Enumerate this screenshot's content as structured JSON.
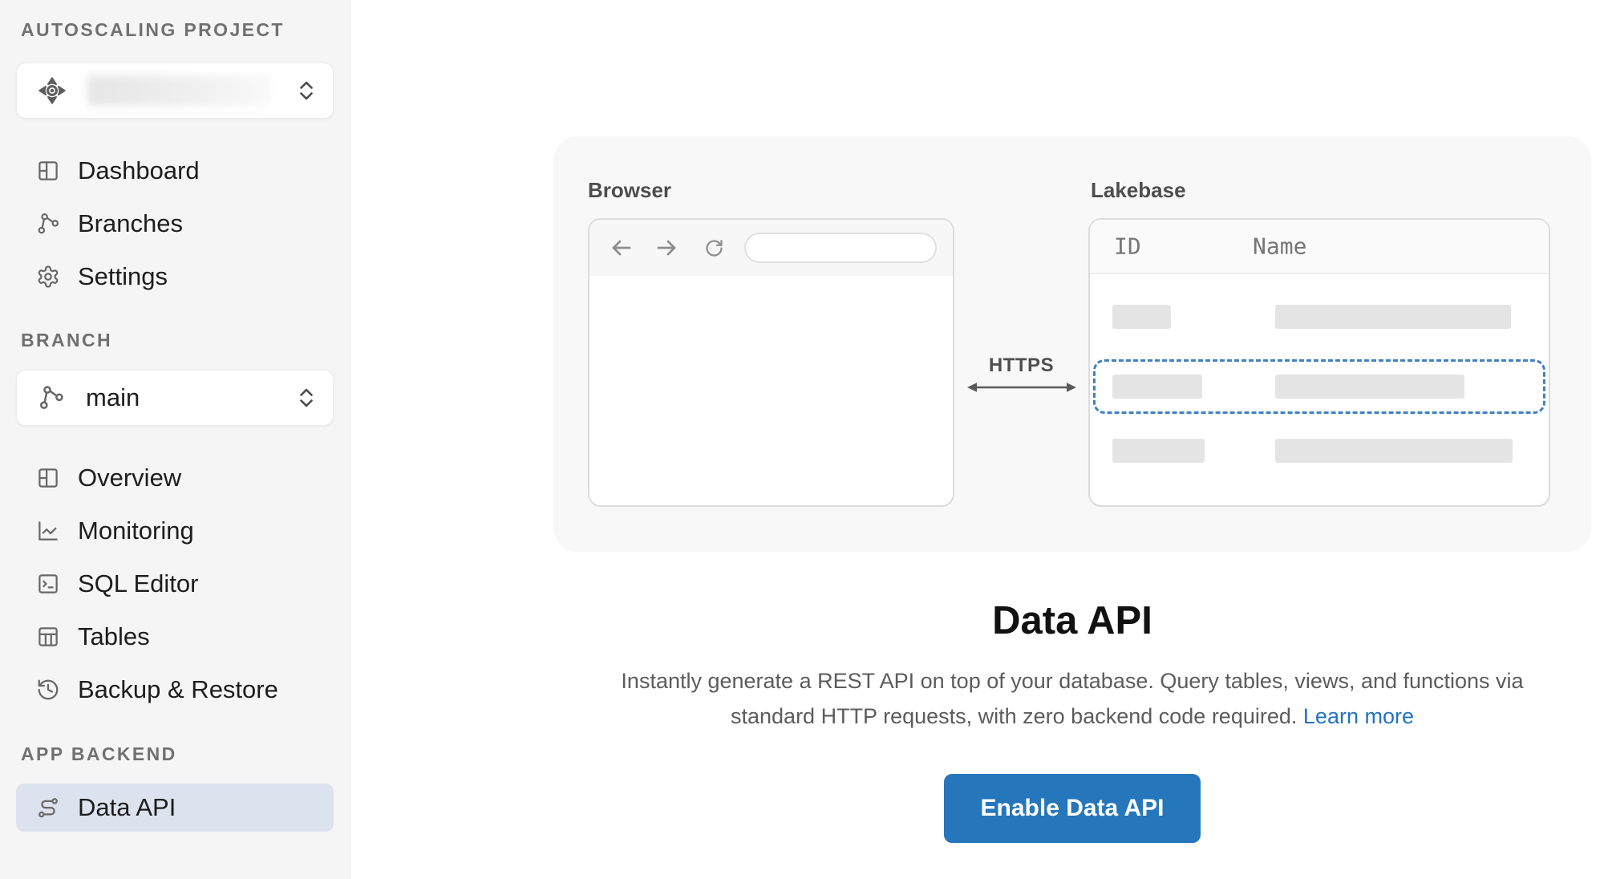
{
  "sidebar": {
    "project_section_label": "AUTOSCALING PROJECT",
    "project_selector": {
      "icon": "project-compass-icon",
      "value_redacted": true
    },
    "project_nav": [
      {
        "label": "Dashboard",
        "icon": "dashboard-icon"
      },
      {
        "label": "Branches",
        "icon": "branches-icon"
      },
      {
        "label": "Settings",
        "icon": "settings-icon"
      }
    ],
    "branch_section_label": "BRANCH",
    "branch_selector": {
      "icon": "branch-icon",
      "value": "main"
    },
    "branch_nav": [
      {
        "label": "Overview",
        "icon": "overview-icon"
      },
      {
        "label": "Monitoring",
        "icon": "monitoring-icon"
      },
      {
        "label": "SQL Editor",
        "icon": "sql-editor-icon"
      },
      {
        "label": "Tables",
        "icon": "tables-icon"
      },
      {
        "label": "Backup & Restore",
        "icon": "backup-restore-icon"
      }
    ],
    "backend_section_label": "APP BACKEND",
    "backend_nav": [
      {
        "label": "Data API",
        "icon": "data-api-icon",
        "selected": true
      }
    ]
  },
  "main": {
    "diagram": {
      "browser_label": "Browser",
      "lakebase_label": "Lakebase",
      "https_label": "HTTPS",
      "table_columns": [
        "ID",
        "Name"
      ],
      "table_rows": [
        {
          "highlighted": false
        },
        {
          "highlighted": true
        },
        {
          "highlighted": false
        }
      ]
    },
    "title": "Data API",
    "description_line_1": "Instantly generate a REST API on top of your database. Query tables, views, and functions via",
    "description_line_2": "standard HTTP requests, with zero backend code required.",
    "learn_more_label": "Learn more",
    "enable_button_label": "Enable Data API"
  },
  "colors": {
    "button_blue": "#2676bb",
    "link_blue": "#2273c3",
    "dashed_highlight_blue": "#4081c2",
    "selected_item_bg": "#dce3ef",
    "sidebar_bg": "#f5f5f6",
    "hero_bg": "#f8f8f9",
    "placeholder_bar": "#e4e4e5"
  }
}
